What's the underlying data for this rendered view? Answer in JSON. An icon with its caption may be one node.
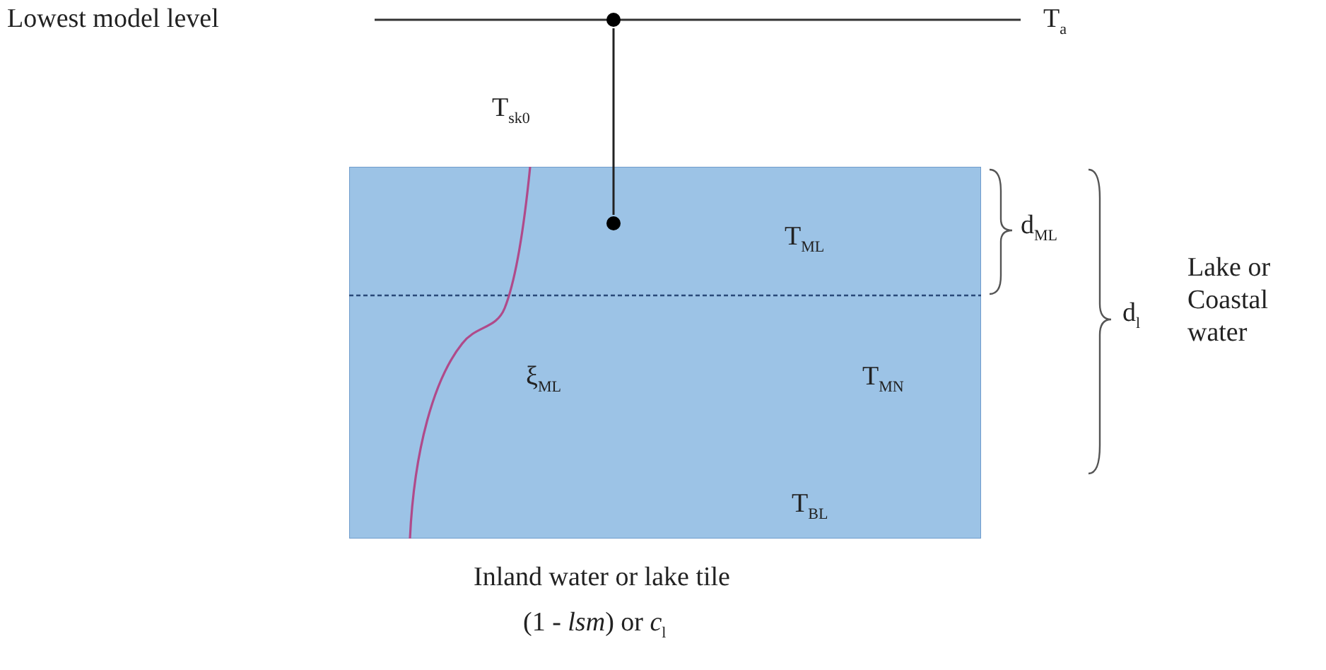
{
  "diagram": {
    "nodes": [
      {
        "text": [],
        "shape": "circle"
      },
      {
        "text": [],
        "shape": "box"
      },
      {
        "text": [],
        "shape": "circle",
        "in": 1
      }
    ],
    "edges": [
      {
        "from": 0,
        "to": 2,
        "arrow": "none",
        "label": "T$_{sk0}$"
      }
    ],
    "labels": [
      "Lowest model level",
      "T$_{a}$",
      "T$_{ML}$",
      "d$_{ML}$",
      "d$_{l}$",
      "Lake or Coastal water",
      "ξ$_{ML}$",
      "T$_{MN}$",
      "T$_{BL}$",
      "Inland water or lake tile",
      "(1 - *lsm*) or *c*$_{l}$"
    ]
  }
}
